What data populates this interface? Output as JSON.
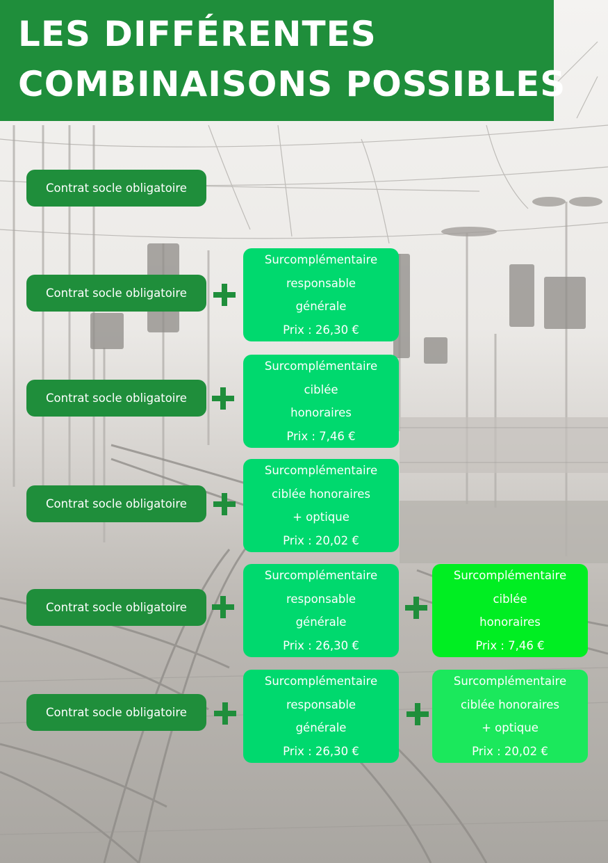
{
  "title": {
    "line1": "LES DIFFÉRENTES",
    "line2": "COMBINAISONS POSSIBLES"
  },
  "colors": {
    "banner": "#1f8e3b",
    "socle": "#1f8e3b",
    "surcomplementaire": "#00d96e",
    "ciblee_vivid": "#00ee22",
    "ciblee_optique": "#1be85c"
  },
  "rows": [
    {
      "socle": "Contrat socle obligatoire"
    },
    {
      "socle": "Contrat socle obligatoire",
      "option1": [
        "Surcomplémentaire",
        "responsable",
        "générale",
        "Prix : 26,30 €"
      ]
    },
    {
      "socle": "Contrat socle obligatoire",
      "option1": [
        "Surcomplémentaire",
        "ciblée",
        "honoraires",
        "Prix : 7,46 €"
      ]
    },
    {
      "socle": "Contrat socle obligatoire",
      "option1": [
        "Surcomplémentaire",
        "ciblée honoraires",
        "+ optique",
        "Prix : 20,02 €"
      ]
    },
    {
      "socle": "Contrat socle obligatoire",
      "option1": [
        "Surcomplémentaire",
        "responsable",
        "générale",
        "Prix : 26,30 €"
      ],
      "option2": [
        "Surcomplémentaire",
        "ciblée",
        "honoraires",
        "Prix : 7,46 €"
      ]
    },
    {
      "socle": "Contrat socle obligatoire",
      "option1": [
        "Surcomplémentaire",
        "responsable",
        "générale",
        "Prix : 26,30 €"
      ],
      "option2": [
        "Surcomplémentaire",
        "ciblée honoraires",
        "+ optique",
        "Prix : 20,02 €"
      ]
    }
  ]
}
